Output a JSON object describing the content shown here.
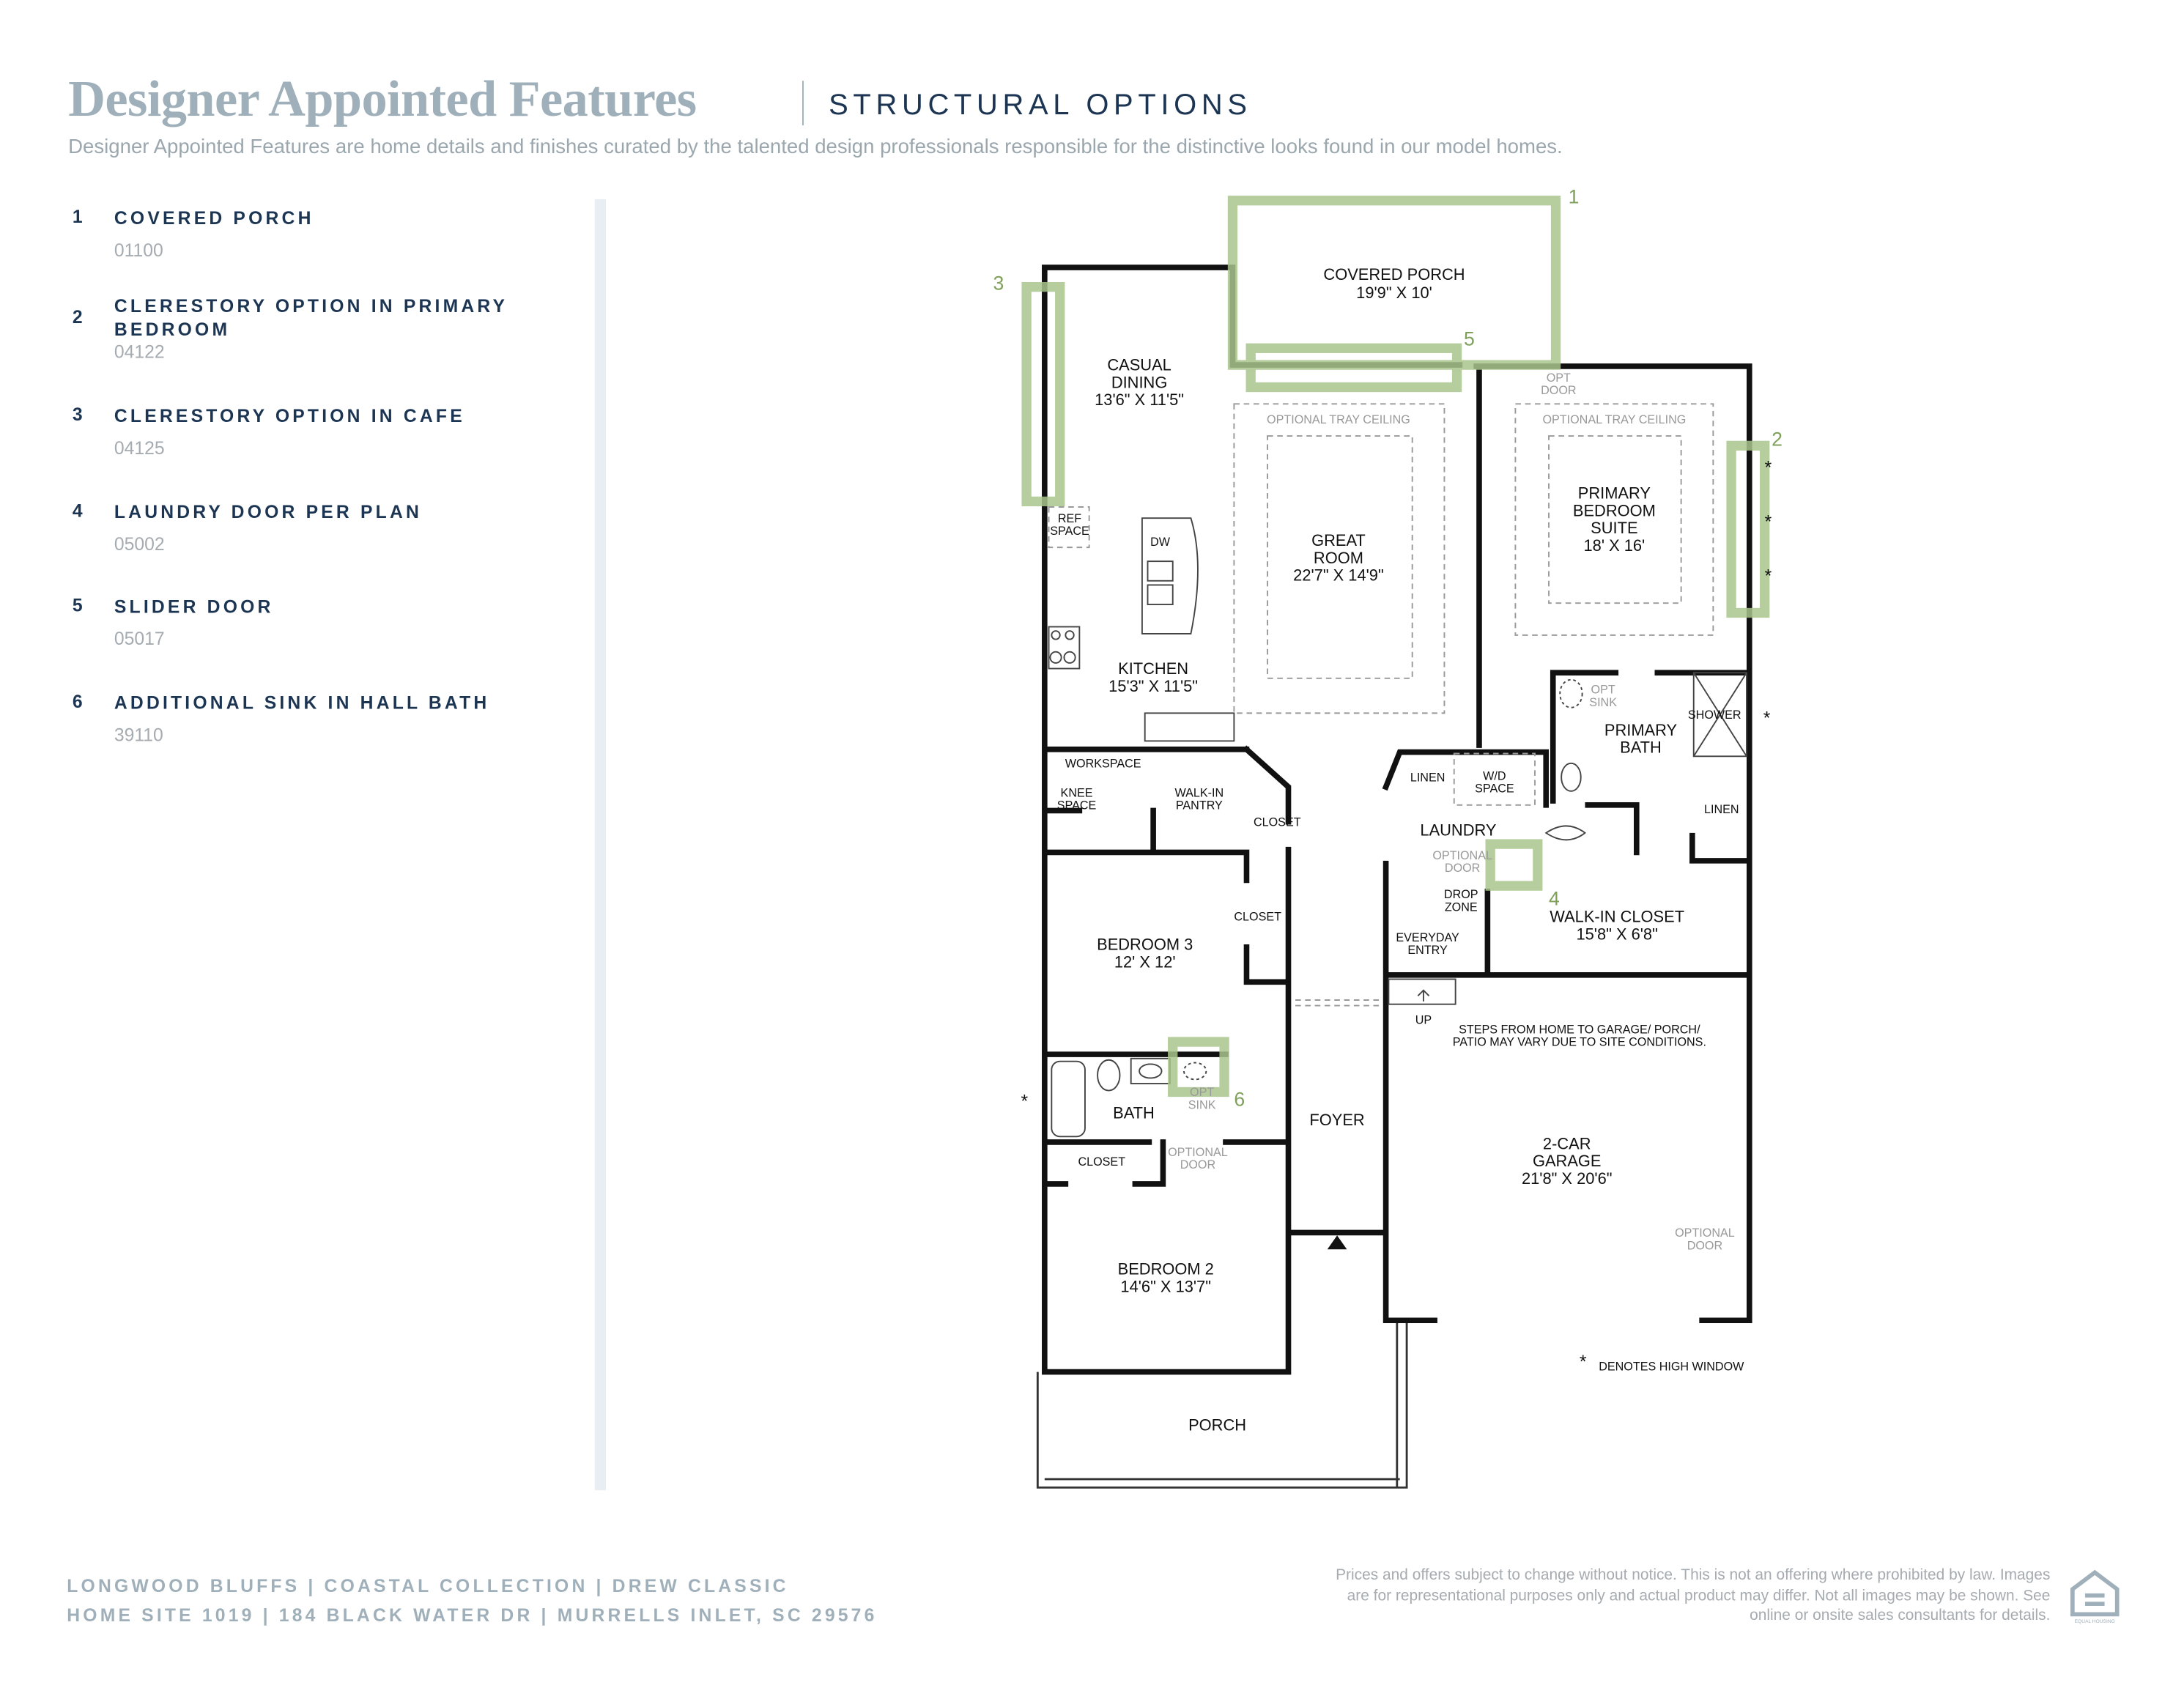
{
  "header": {
    "title": "Designer Appointed Features",
    "subtitle": "STRUCTURAL OPTIONS",
    "intro": "Designer Appointed Features are home details and finishes curated by the talented design professionals responsible for the distinctive looks found in our model homes."
  },
  "options": [
    {
      "num": "1",
      "name": "COVERED PORCH",
      "code": "01100"
    },
    {
      "num": "2",
      "name": "CLERESTORY OPTION IN PRIMARY BEDROOM",
      "code": "04122"
    },
    {
      "num": "3",
      "name": "CLERESTORY OPTION IN CAFE",
      "code": "04125"
    },
    {
      "num": "4",
      "name": "LAUNDRY DOOR PER PLAN",
      "code": "05002"
    },
    {
      "num": "5",
      "name": "SLIDER DOOR",
      "code": "05017"
    },
    {
      "num": "6",
      "name": "ADDITIONAL SINK IN HALL BATH",
      "code": "39110"
    }
  ],
  "plan": {
    "rooms": {
      "covered_porch": [
        "COVERED PORCH",
        "19'9\" X 10'"
      ],
      "casual_dining": [
        "CASUAL",
        "DINING",
        "13'6\" X 11'5\""
      ],
      "great_room": [
        "GREAT",
        "ROOM",
        "22'7\" X 14'9\""
      ],
      "primary_suite": [
        "PRIMARY",
        "BEDROOM",
        "SUITE",
        "18' X 16'"
      ],
      "kitchen": [
        "KITCHEN",
        "15'3\" X 11'5\""
      ],
      "primary_bath": [
        "PRIMARY",
        "BATH"
      ],
      "laundry": "LAUNDRY",
      "walkin_closet": [
        "WALK-IN CLOSET",
        "15'8\" X 6'8\""
      ],
      "bedroom3": [
        "BEDROOM 3",
        "12' X 12'"
      ],
      "bath": "BATH",
      "foyer": "FOYER",
      "garage": [
        "2-CAR",
        "GARAGE",
        "21'8\" X 20'6\""
      ],
      "bedroom2": [
        "BEDROOM 2",
        "14'6\" X 13'7\""
      ],
      "porch": "PORCH"
    },
    "labels": {
      "tray1": "OPTIONAL TRAY CEILING",
      "tray2": "OPTIONAL TRAY CEILING",
      "opt_door_top": [
        "OPT",
        "DOOR"
      ],
      "ref_space": [
        "REF",
        "SPACE"
      ],
      "dw": "DW",
      "workspace": "WORKSPACE",
      "knee_space": [
        "KNEE",
        "SPACE"
      ],
      "walkin_pantry": [
        "WALK-IN",
        "PANTRY"
      ],
      "closet_kitchen": "CLOSET",
      "closet_bed3": "CLOSET",
      "closet_bed2": "CLOSET",
      "opt_sink_primary": [
        "OPT",
        "SINK"
      ],
      "shower": "SHOWER",
      "linen1": "LINEN",
      "linen2": "LINEN",
      "wd_space": [
        "W/D",
        "SPACE"
      ],
      "laundry_opt_door": [
        "OPTIONAL",
        "DOOR"
      ],
      "drop_zone": [
        "DROP",
        "ZONE"
      ],
      "everyday_entry": [
        "EVERYDAY",
        "ENTRY"
      ],
      "up": "UP",
      "steps_note": [
        "STEPS FROM HOME TO GARAGE/ PORCH/",
        "PATIO MAY VARY DUE TO SITE CONDITIONS."
      ],
      "opt_sink_bath": [
        "OPT",
        "SINK"
      ],
      "bath_opt_door": [
        "OPTIONAL",
        "DOOR"
      ],
      "garage_opt_door": [
        "OPTIONAL",
        "DOOR"
      ],
      "high_window_note": "DENOTES HIGH WINDOW",
      "asterisk": "*"
    },
    "callouts": [
      "1",
      "2",
      "3",
      "4",
      "5",
      "6"
    ],
    "highlight_color": "#a9c48c",
    "callout_color": "#7fa05a"
  },
  "footer": {
    "line1": "LONGWOOD BLUFFS  |  COASTAL COLLECTION  |  DREW CLASSIC",
    "line2": "HOME SITE 1019  |  184 BLACK WATER DR  |  MURRELLS INLET, SC 29576",
    "disclaimer": "Prices and offers subject to change without notice. This is not an offering where prohibited by law. Images are for representational purposes only and actual product may differ. Not all images may be shown. See online or onsite sales consultants for details.",
    "eho_logo": "EQUAL HOUSING OPPORTUNITY"
  }
}
